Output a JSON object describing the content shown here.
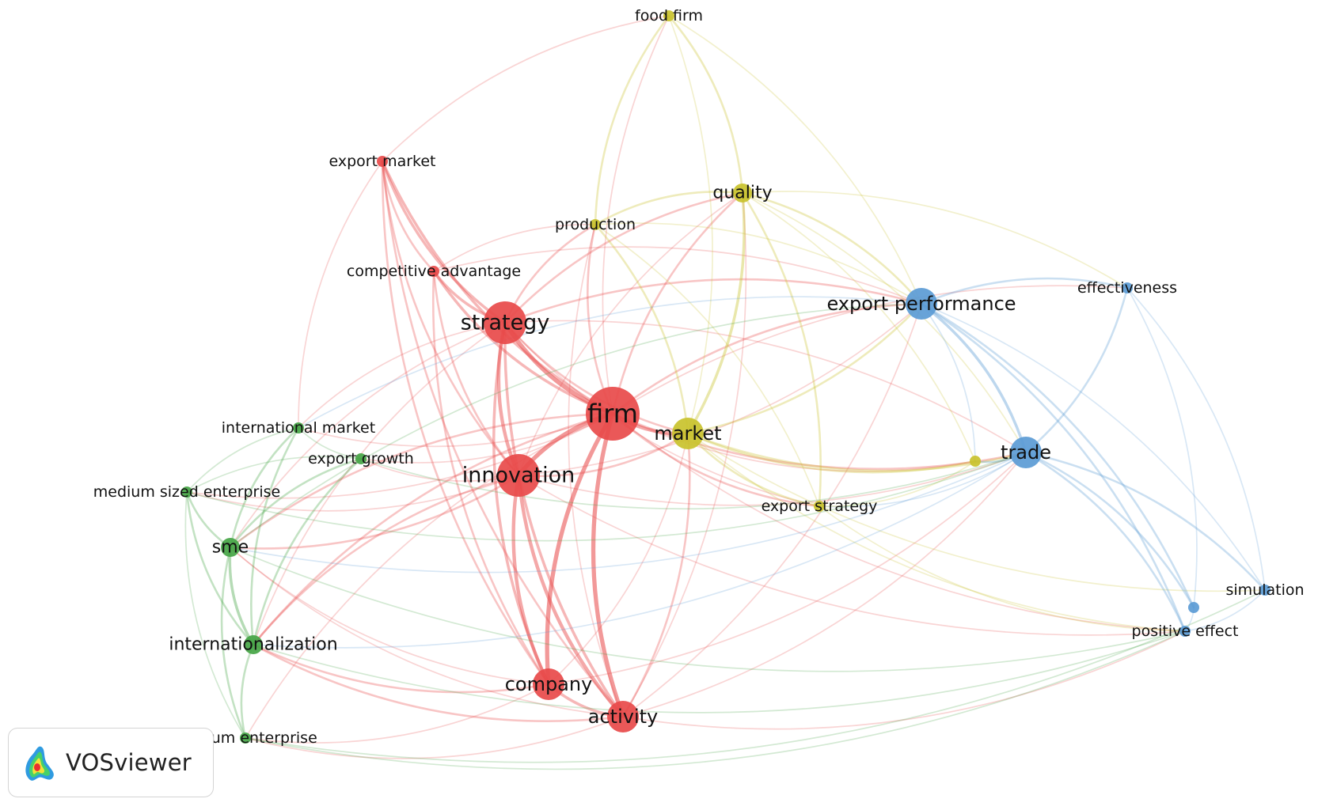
{
  "logo": {
    "text": "VOSviewer"
  },
  "colors": {
    "cluster-1": "#e84a4a",
    "cluster-2": "#45a545",
    "cluster-3": "#5b9bd5",
    "cluster-4": "#c9c22c"
  },
  "nodes": [
    {
      "id": "food-firm",
      "label": "food firm",
      "cluster": 4,
      "weight": 1
    },
    {
      "id": "export-market",
      "label": "export market",
      "cluster": 1,
      "weight": 1
    },
    {
      "id": "quality",
      "label": "quality",
      "cluster": 4,
      "weight": 2
    },
    {
      "id": "production",
      "label": "production",
      "cluster": 4,
      "weight": 1
    },
    {
      "id": "competitive-advantage",
      "label": "competitive advantage",
      "cluster": 1,
      "weight": 1
    },
    {
      "id": "strategy",
      "label": "strategy",
      "cluster": 1,
      "weight": 4
    },
    {
      "id": "export-performance",
      "label": "export performance",
      "cluster": 3,
      "weight": 3
    },
    {
      "id": "effectiveness",
      "label": "effectiveness",
      "cluster": 3,
      "weight": 1
    },
    {
      "id": "firm",
      "label": "firm",
      "cluster": 1,
      "weight": 5
    },
    {
      "id": "market",
      "label": "market",
      "cluster": 4,
      "weight": 3
    },
    {
      "id": "international-market",
      "label": "international market",
      "cluster": 2,
      "weight": 1
    },
    {
      "id": "export-growth",
      "label": "export growth",
      "cluster": 2,
      "weight": 1
    },
    {
      "id": "innovation",
      "label": "innovation",
      "cluster": 1,
      "weight": 4
    },
    {
      "id": "trade",
      "label": "trade",
      "cluster": 3,
      "weight": 3
    },
    {
      "id": "unlabeled-yellow",
      "label": "",
      "cluster": 4,
      "weight": 1
    },
    {
      "id": "medium-sized-enterprise",
      "label": "medium sized enterprise",
      "cluster": 2,
      "weight": 1
    },
    {
      "id": "export-strategy",
      "label": "export strategy",
      "cluster": 4,
      "weight": 1
    },
    {
      "id": "sme",
      "label": "sme",
      "cluster": 2,
      "weight": 2
    },
    {
      "id": "simulation",
      "label": "simulation",
      "cluster": 3,
      "weight": 1
    },
    {
      "id": "unlabeled-blue",
      "label": "",
      "cluster": 3,
      "weight": 1
    },
    {
      "id": "positive-effect",
      "label": "positive effect",
      "cluster": 3,
      "weight": 1
    },
    {
      "id": "internationalization",
      "label": "internationalization",
      "cluster": 2,
      "weight": 2
    },
    {
      "id": "company",
      "label": "company",
      "cluster": 1,
      "weight": 3
    },
    {
      "id": "activity",
      "label": "activity",
      "cluster": 1,
      "weight": 3
    },
    {
      "id": "medium-enterprise",
      "label": "medium enterprise",
      "cluster": 2,
      "weight": 1
    }
  ],
  "links": [
    [
      "firm",
      "strategy",
      5
    ],
    [
      "firm",
      "innovation",
      5
    ],
    [
      "firm",
      "company",
      5
    ],
    [
      "firm",
      "activity",
      5
    ],
    [
      "firm",
      "market",
      4
    ],
    [
      "firm",
      "competitive-advantage",
      3
    ],
    [
      "firm",
      "export-market",
      3
    ],
    [
      "firm",
      "export-performance",
      2
    ],
    [
      "firm",
      "trade",
      2
    ],
    [
      "firm",
      "quality",
      2
    ],
    [
      "firm",
      "production",
      2
    ],
    [
      "firm",
      "export-strategy",
      2
    ],
    [
      "firm",
      "internationalization",
      2
    ],
    [
      "firm",
      "sme",
      2
    ],
    [
      "firm",
      "international-market",
      1
    ],
    [
      "firm",
      "export-growth",
      1
    ],
    [
      "firm",
      "medium-sized-enterprise",
      1
    ],
    [
      "firm",
      "medium-enterprise",
      1
    ],
    [
      "firm",
      "food-firm",
      1
    ],
    [
      "firm",
      "unlabeled-yellow",
      1
    ],
    [
      "firm",
      "positive-effect",
      1
    ],
    [
      "firm",
      "effectiveness",
      1
    ],
    [
      "strategy",
      "innovation",
      4
    ],
    [
      "strategy",
      "company",
      3
    ],
    [
      "strategy",
      "activity",
      3
    ],
    [
      "strategy",
      "competitive-advantage",
      3
    ],
    [
      "strategy",
      "export-market",
      3
    ],
    [
      "strategy",
      "market",
      2
    ],
    [
      "strategy",
      "quality",
      2
    ],
    [
      "strategy",
      "production",
      2
    ],
    [
      "strategy",
      "export-performance",
      2
    ],
    [
      "strategy",
      "trade",
      1
    ],
    [
      "strategy",
      "sme",
      1
    ],
    [
      "strategy",
      "internationalization",
      1
    ],
    [
      "strategy",
      "international-market",
      1
    ],
    [
      "strategy",
      "export-strategy",
      1
    ],
    [
      "innovation",
      "company",
      4
    ],
    [
      "innovation",
      "activity",
      4
    ],
    [
      "innovation",
      "market",
      2
    ],
    [
      "innovation",
      "export-market",
      2
    ],
    [
      "innovation",
      "competitive-advantage",
      2
    ],
    [
      "innovation",
      "sme",
      2
    ],
    [
      "innovation",
      "internationalization",
      2
    ],
    [
      "innovation",
      "export-growth",
      1
    ],
    [
      "innovation",
      "medium-sized-enterprise",
      1
    ],
    [
      "innovation",
      "trade",
      1
    ],
    [
      "innovation",
      "export-performance",
      1
    ],
    [
      "innovation",
      "quality",
      1
    ],
    [
      "innovation",
      "positive-effect",
      1
    ],
    [
      "company",
      "activity",
      3
    ],
    [
      "company",
      "export-market",
      2
    ],
    [
      "company",
      "competitive-advantage",
      2
    ],
    [
      "company",
      "internationalization",
      2
    ],
    [
      "company",
      "sme",
      1
    ],
    [
      "company",
      "market",
      1
    ],
    [
      "company",
      "medium-enterprise",
      1
    ],
    [
      "company",
      "trade",
      1
    ],
    [
      "activity",
      "market",
      2
    ],
    [
      "activity",
      "export-market",
      2
    ],
    [
      "activity",
      "internationalization",
      2
    ],
    [
      "activity",
      "production",
      1
    ],
    [
      "activity",
      "quality",
      1
    ],
    [
      "activity",
      "trade",
      1
    ],
    [
      "activity",
      "export-performance",
      1
    ],
    [
      "activity",
      "medium-enterprise",
      1
    ],
    [
      "activity",
      "sme",
      1
    ],
    [
      "activity",
      "positive-effect",
      1
    ],
    [
      "export-market",
      "competitive-advantage",
      2
    ],
    [
      "export-market",
      "international-market",
      1
    ],
    [
      "export-market",
      "food-firm",
      1
    ],
    [
      "competitive-advantage",
      "export-performance",
      1
    ],
    [
      "competitive-advantage",
      "production",
      1
    ],
    [
      "quality",
      "food-firm",
      2
    ],
    [
      "quality",
      "market",
      3
    ],
    [
      "quality",
      "production",
      2
    ],
    [
      "quality",
      "export-performance",
      2
    ],
    [
      "quality",
      "export-strategy",
      2
    ],
    [
      "quality",
      "trade",
      1
    ],
    [
      "quality",
      "unlabeled-yellow",
      1
    ],
    [
      "quality",
      "effectiveness",
      1
    ],
    [
      "production",
      "food-firm",
      2
    ],
    [
      "production",
      "market",
      2
    ],
    [
      "production",
      "export-strategy",
      1
    ],
    [
      "production",
      "export-performance",
      1
    ],
    [
      "food-firm",
      "market",
      1
    ],
    [
      "food-firm",
      "export-performance",
      1
    ],
    [
      "market",
      "export-strategy",
      2
    ],
    [
      "market",
      "trade",
      2
    ],
    [
      "market",
      "unlabeled-yellow",
      2
    ],
    [
      "market",
      "export-performance",
      2
    ],
    [
      "market",
      "positive-effect",
      1
    ],
    [
      "market",
      "simulation",
      1
    ],
    [
      "export-performance",
      "trade",
      3
    ],
    [
      "export-performance",
      "effectiveness",
      2
    ],
    [
      "export-performance",
      "positive-effect",
      2
    ],
    [
      "export-performance",
      "unlabeled-blue",
      2
    ],
    [
      "export-performance",
      "unlabeled-yellow",
      1
    ],
    [
      "export-performance",
      "international-market",
      1
    ],
    [
      "export-performance",
      "simulation",
      1
    ],
    [
      "trade",
      "effectiveness",
      2
    ],
    [
      "trade",
      "simulation",
      2
    ],
    [
      "trade",
      "unlabeled-blue",
      2
    ],
    [
      "trade",
      "positive-effect",
      2
    ],
    [
      "trade",
      "unlabeled-yellow",
      2
    ],
    [
      "trade",
      "export-strategy",
      1
    ],
    [
      "trade",
      "sme",
      1
    ],
    [
      "trade",
      "internationalization",
      1
    ],
    [
      "effectiveness",
      "unlabeled-blue",
      1
    ],
    [
      "effectiveness",
      "simulation",
      1
    ],
    [
      "simulation",
      "positive-effect",
      1
    ],
    [
      "unlabeled-blue",
      "positive-effect",
      1
    ],
    [
      "export-strategy",
      "unlabeled-yellow",
      1
    ],
    [
      "export-strategy",
      "positive-effect",
      1
    ],
    [
      "sme",
      "internationalization",
      3
    ],
    [
      "sme",
      "medium-sized-enterprise",
      2
    ],
    [
      "sme",
      "medium-enterprise",
      2
    ],
    [
      "sme",
      "international-market",
      2
    ],
    [
      "sme",
      "export-growth",
      2
    ],
    [
      "internationalization",
      "medium-enterprise",
      2
    ],
    [
      "internationalization",
      "medium-sized-enterprise",
      2
    ],
    [
      "internationalization",
      "international-market",
      2
    ],
    [
      "internationalization",
      "export-growth",
      2
    ],
    [
      "international-market",
      "export-growth",
      1
    ],
    [
      "international-market",
      "medium-sized-enterprise",
      1
    ],
    [
      "export-growth",
      "medium-sized-enterprise",
      1
    ],
    [
      "medium-sized-enterprise",
      "medium-enterprise",
      1
    ],
    [
      "medium-enterprise",
      "positive-effect",
      1
    ],
    [
      "medium-enterprise",
      "simulation",
      1
    ],
    [
      "medium-sized-enterprise",
      "trade",
      1
    ],
    [
      "sme",
      "export-performance",
      1
    ],
    [
      "sme",
      "positive-effect",
      1
    ],
    [
      "internationalization",
      "positive-effect",
      1
    ],
    [
      "export-growth",
      "trade",
      1
    ]
  ]
}
